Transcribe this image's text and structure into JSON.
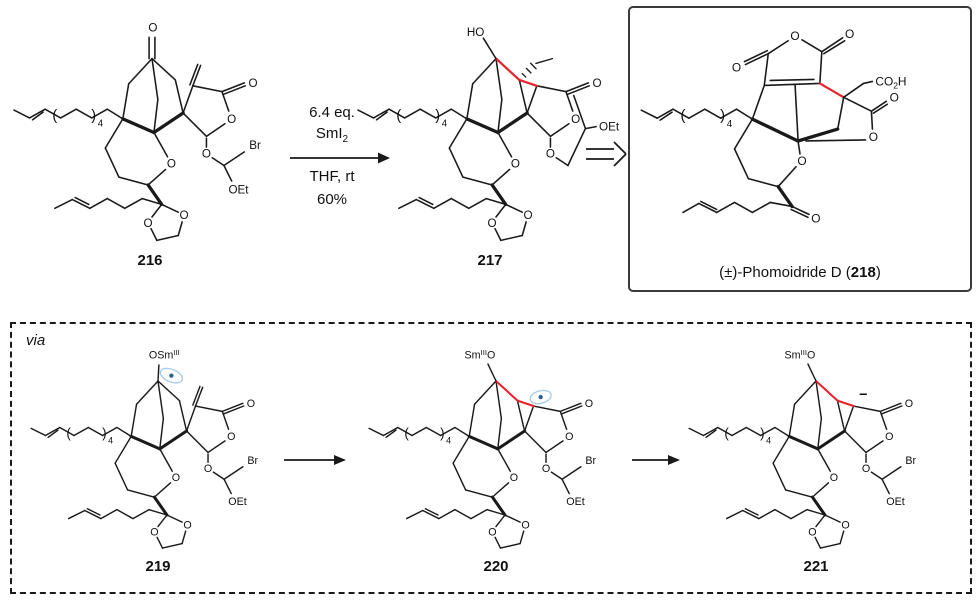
{
  "reaction": {
    "equivalents": "6.4 eq.",
    "reagent_base": "SmI",
    "reagent_sub": "2",
    "conditions": "THF, rt",
    "yield": "60%"
  },
  "compound_labels": {
    "c216": "216",
    "c217": "217",
    "c219": "219",
    "c220": "220",
    "c221": "221",
    "c218_pre": "(±)-Phomoidride D (",
    "c218_num": "218",
    "c218_post": ")"
  },
  "via": "via",
  "atoms": {
    "O": "O",
    "HO": "HO",
    "Br": "Br",
    "OEt": "OEt",
    "paren_open": "(",
    "paren_close": ")",
    "repeat_sub": "4",
    "osm_prefix": "OSm",
    "sm_prefix": "Sm",
    "sm_sup": "III",
    "smo_suffix": "O",
    "co2h_main": "CO",
    "co2h_sub": "2",
    "co2h_tail": "H",
    "carbanion": "−"
  },
  "colors": {
    "bond": "#1a1a1a",
    "highlight_red": "#e8232b",
    "radical_dot_blue": "#2c5f94",
    "radical_ring_blue": "#a5cce8",
    "box_border": "#3a3a3a"
  }
}
